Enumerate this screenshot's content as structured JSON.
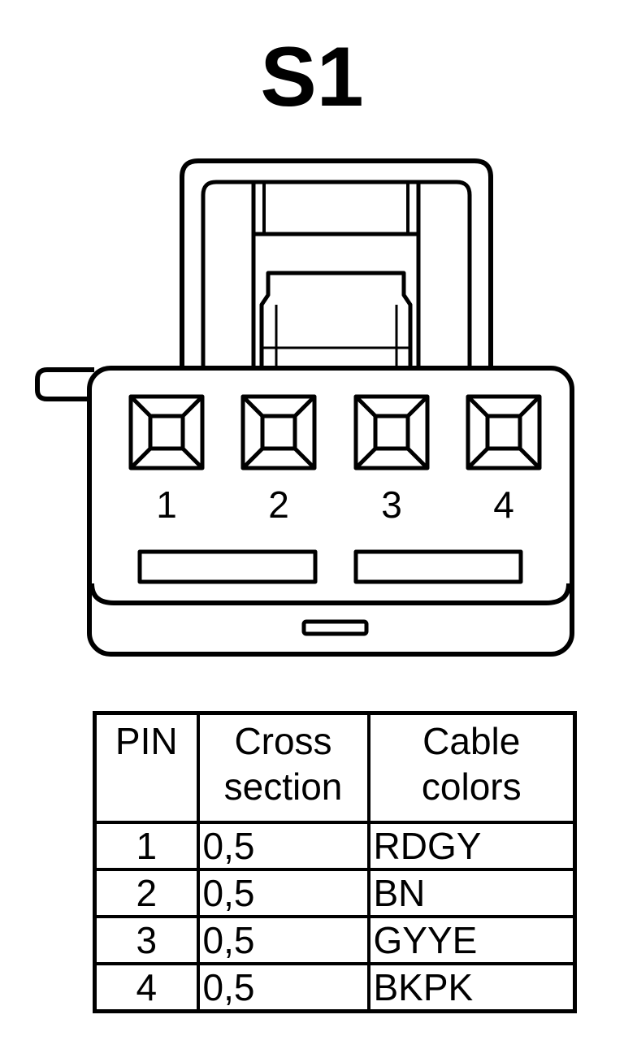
{
  "title": "S1",
  "connector": {
    "pin_labels": [
      "1",
      "2",
      "3",
      "4"
    ]
  },
  "table": {
    "headers": {
      "pin": [
        "PIN"
      ],
      "cross_section": [
        "Cross",
        "section"
      ],
      "cable_colors": [
        "Cable",
        "colors"
      ]
    },
    "rows": [
      {
        "pin": "1",
        "cross_section": "0,5",
        "color": "RDGY"
      },
      {
        "pin": "2",
        "cross_section": "0,5",
        "color": "BN"
      },
      {
        "pin": "3",
        "cross_section": "0,5",
        "color": "GYYE"
      },
      {
        "pin": "4",
        "cross_section": "0,5",
        "color": "BKPK"
      }
    ]
  }
}
